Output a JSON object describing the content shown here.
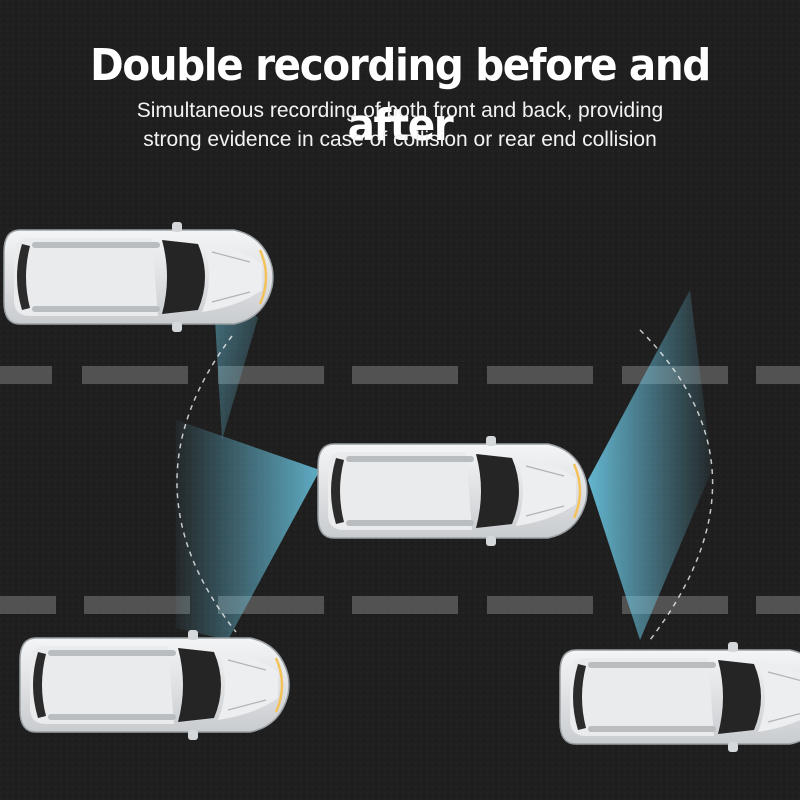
{
  "headline": "Double recording before and after",
  "subtitle": {
    "line1": "Simultaneous recording of both front and back, providing",
    "line2": "strong evidence in case of collision or rear end collision"
  },
  "colors": {
    "asphalt": "#1e1e1e",
    "lane_marking": "#5c5c5c",
    "car_body": "#e4e6e8",
    "window": "#2b2b2b",
    "camera_beam": "#6fd0ee"
  }
}
